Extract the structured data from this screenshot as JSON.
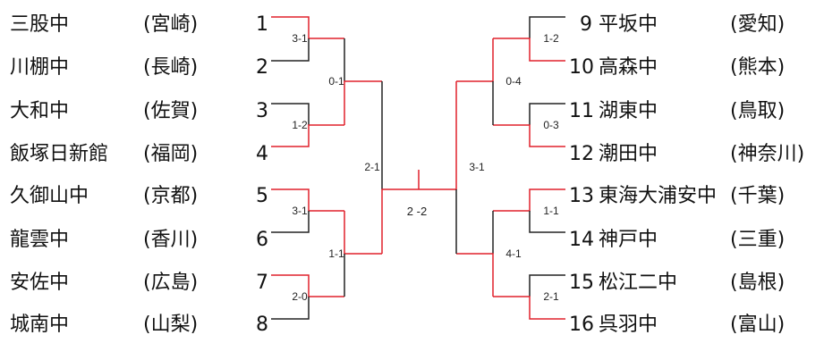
{
  "colors": {
    "winner": "#e0202c",
    "loser": "#222222"
  },
  "left": {
    "numbers": [
      "1",
      "2",
      "3",
      "4",
      "5",
      "6",
      "7",
      "8"
    ],
    "teams": [
      {
        "school": "三股中",
        "pref": "(宮崎)"
      },
      {
        "school": "川棚中",
        "pref": "(長崎)"
      },
      {
        "school": "大和中",
        "pref": "(佐賀)"
      },
      {
        "school": "飯塚日新館",
        "pref": "(福岡)"
      },
      {
        "school": "久御山中",
        "pref": "(京都)"
      },
      {
        "school": "龍雲中",
        "pref": "(香川)"
      },
      {
        "school": "安佐中",
        "pref": "(広島)"
      },
      {
        "school": "城南中",
        "pref": "(山梨)"
      }
    ]
  },
  "right": {
    "numbers": [
      "9",
      "10",
      "11",
      "12",
      "13",
      "14",
      "15",
      "16"
    ],
    "teams": [
      {
        "school": "平坂中",
        "pref": "(愛知)"
      },
      {
        "school": "高森中",
        "pref": "(熊本)"
      },
      {
        "school": "湖東中",
        "pref": "(鳥取)"
      },
      {
        "school": "潮田中",
        "pref": "(神奈川)"
      },
      {
        "school": "東海大浦安中",
        "pref": "(千葉)"
      },
      {
        "school": "神戸中",
        "pref": "(三重)"
      },
      {
        "school": "松江二中",
        "pref": "(島根)"
      },
      {
        "school": "呉羽中",
        "pref": "(富山)"
      }
    ]
  },
  "scores": {
    "r1_left": [
      "3-1",
      "1-2",
      "3-1",
      "2-0"
    ],
    "r2_left": [
      "0-1",
      "1-1"
    ],
    "semi_left": "2-1",
    "r1_right": [
      "1-2",
      "0-3",
      "1-1",
      "2-1"
    ],
    "r2_right": [
      "0-4",
      "4-1"
    ],
    "semi_right": "3-1",
    "final": "2 -2"
  }
}
